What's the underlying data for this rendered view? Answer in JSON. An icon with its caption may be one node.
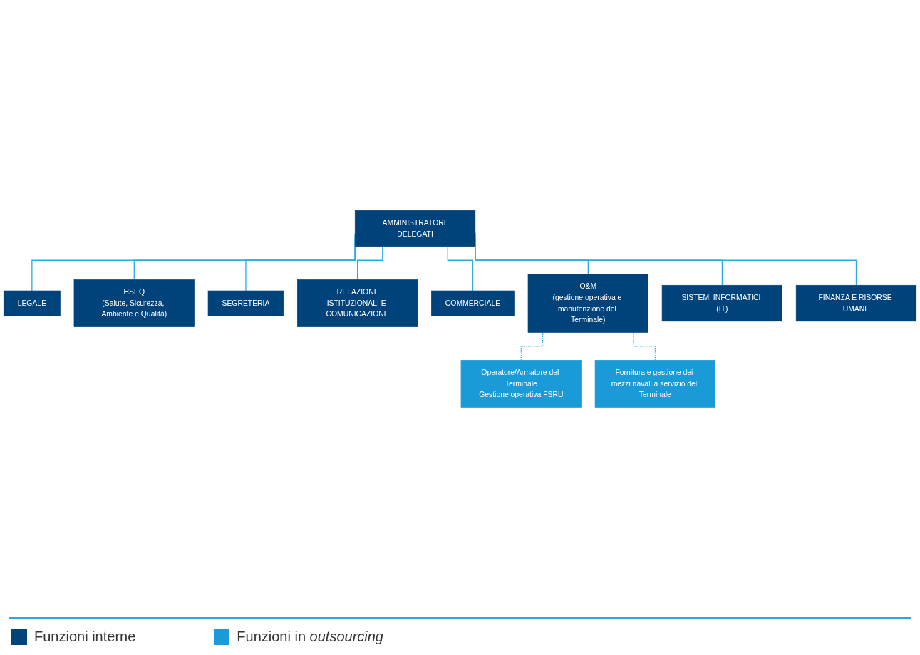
{
  "diagram": {
    "nodes": [
      {
        "text": [
          "AMMINISTRATORI DELEGATI"
        ]
      },
      {
        "text": [
          "LEGALE"
        ]
      },
      {
        "text": [
          "HSEQ",
          "(Salute, Sicurezza, Ambiente e Qualità)"
        ]
      },
      {
        "text": [
          "SEGRETERIA"
        ]
      },
      {
        "text": [
          "RELAZIONI ISTITUZIONALI E COMUNICAZIONE"
        ]
      },
      {
        "text": [
          "COMMERCIALE"
        ]
      },
      {
        "text": [
          "O&M",
          "(gestione operativa e manutenzione del Terminale)"
        ]
      },
      {
        "text": [
          "SISTEMI INFORMATICI (IT)"
        ]
      },
      {
        "text": [
          "FINANZA E RISORSE UMANE"
        ]
      },
      {
        "text": [
          "Operatore/Armatore del Terminale",
          "Gestione operativa FSRU"
        ]
      },
      {
        "text": [
          "Fornitura e gestione dei mezzi navali a servizio del Terminale"
        ]
      }
    ],
    "edges": [
      {
        "from": 0,
        "to": 1,
        "arrow": "none",
        "color": "#29abe2"
      },
      {
        "from": 0,
        "to": 2,
        "arrow": "none",
        "color": "#29abe2"
      },
      {
        "from": 0,
        "to": 3,
        "arrow": "none",
        "color": "#29abe2"
      },
      {
        "from": 0,
        "to": 4,
        "arrow": "none",
        "color": "#29abe2"
      },
      {
        "from": 0,
        "to": 5,
        "arrow": "none",
        "color": "#29abe2"
      },
      {
        "from": 0,
        "to": 6,
        "arrow": "none",
        "color": "#29abe2"
      },
      {
        "from": 0,
        "to": 7,
        "arrow": "none",
        "color": "#29abe2"
      },
      {
        "from": 0,
        "to": 8,
        "arrow": "none",
        "color": "#29abe2"
      },
      {
        "from": 6,
        "to": 9,
        "arrow": "none",
        "style": "dashed",
        "color": "#29abe2"
      },
      {
        "from": 6,
        "to": 10,
        "arrow": "none",
        "style": "dashed",
        "color": "#29abe2"
      }
    ],
    "legend": [
      {
        "text": "Funzioni interne",
        "color": "#00427a"
      },
      {
        "text": "Funzioni in *outsourcing*",
        "color": "#1a9bd7"
      }
    ]
  }
}
